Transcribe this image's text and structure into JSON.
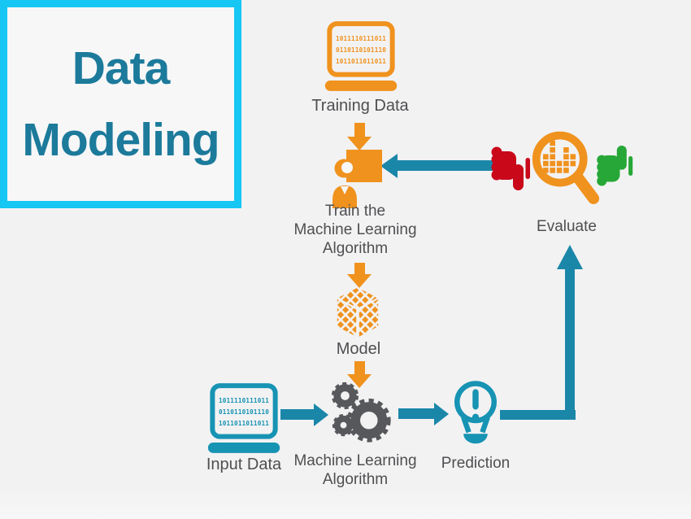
{
  "title": {
    "lines": [
      "Data",
      "Modeling"
    ]
  },
  "binary": {
    "lines": [
      "1011110111011",
      "0110110101110",
      "1011011011011"
    ]
  },
  "labels": {
    "training_data": "Training Data",
    "train": [
      "Train the",
      "Machine Learning",
      "Algorithm"
    ],
    "model": "Model",
    "ml_algorithm": [
      "Machine Learning",
      "Algorithm"
    ],
    "input_data": "Input Data",
    "prediction": "Prediction",
    "evaluate": "Evaluate"
  },
  "icons": {
    "training_data": "laptop-binary-icon",
    "train": "trainer-presenting-icon",
    "model": "cube-blocks-icon",
    "ml_algorithm": "gears-icon",
    "input_data": "laptop-binary-icon",
    "prediction": "lightbulb-icon",
    "evaluate_center": "magnifier-chart-icon",
    "evaluate_bad": "thumbs-down-icon",
    "evaluate_good": "thumbs-up-icon"
  },
  "colors": {
    "orange": "#F0921E",
    "teal_arrow": "#1A87A9",
    "teal_icon": "#1793B3",
    "cyan_border": "#16C6F3",
    "title_teal": "#1C7A9B",
    "red": "#C9081A",
    "green": "#27A737",
    "gear_gray": "#57585B",
    "label_gray": "#4F4F51",
    "bg": "#F2F2F3",
    "box_bg": "#F7F7F8"
  }
}
